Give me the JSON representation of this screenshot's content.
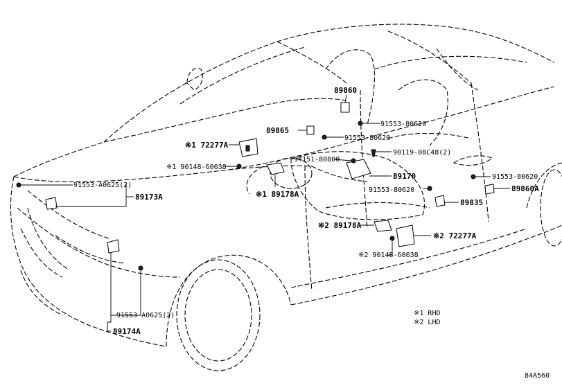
{
  "labels": {
    "p89860": "89860",
    "p89865": "89865",
    "p91553_80620_a": "91553-80620",
    "p91553_80620_b": "91553-80620",
    "p90119": "90119-08C48(2)",
    "p72277a_1": "※1 72277A",
    "p94151": "94151-80800",
    "p90148_1": "※1 90148-60038",
    "p89178a_1": "※1 89178A",
    "p89170": "89170",
    "p91553_80620_c": "91553-80620",
    "p91553_80620_d": "91553-80620",
    "p89860a": "89860A",
    "p89835": "89835",
    "p91553_a0625_a": "91553-A0625(2)",
    "p89173a": "89173A",
    "p89178a_2": "※2 89178A",
    "p72277a_2": "※2 72277A",
    "p90148_2": "※2 90148-60038",
    "p91553_a0625_b": "91553-A0625(2)",
    "p89174a": "89174A"
  },
  "legend": {
    "rhd": "※1 RHD",
    "lhd": "※2 LHD"
  },
  "figure_id": "84A560"
}
